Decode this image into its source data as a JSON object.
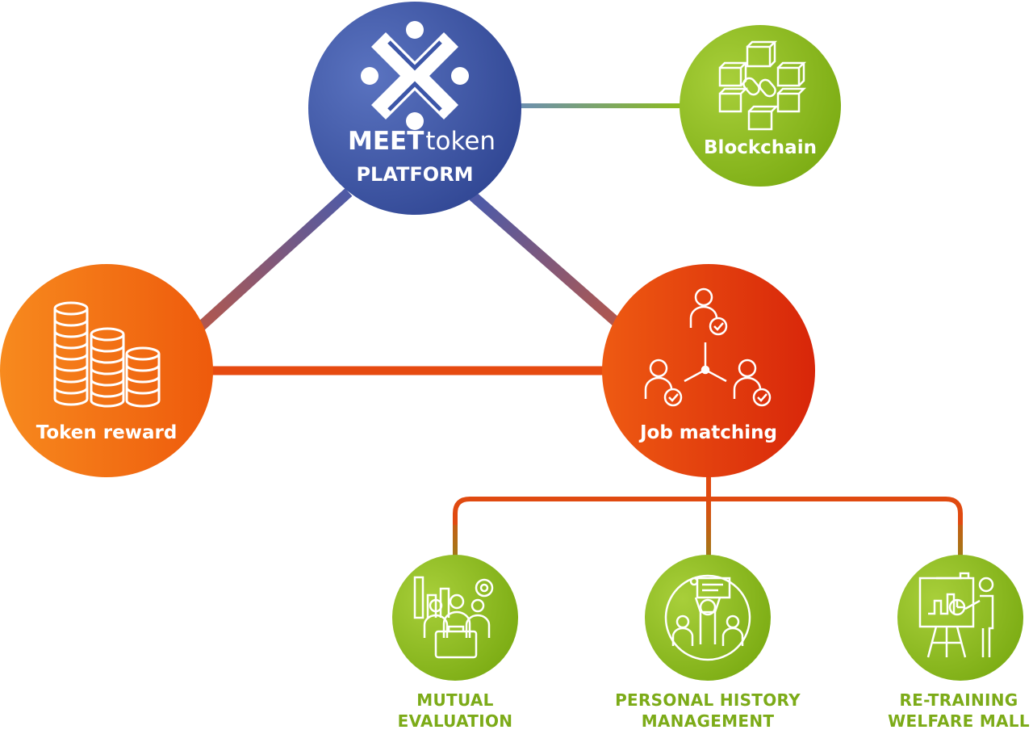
{
  "colors": {
    "blue": "#3b55a6",
    "green": "#8cbc1e",
    "orange": "#f2740f",
    "red": "#e23a0c",
    "caption_green": "#7cab18"
  },
  "platform": {
    "brand_bold": "MEET",
    "brand_light": "token",
    "subtitle": "PLATFORM",
    "icon": "meet-logo-icon"
  },
  "blockchain": {
    "label": "Blockchain",
    "icon": "blockchain-cubes-icon"
  },
  "token_reward": {
    "label": "Token reward",
    "icon": "coin-stacks-icon"
  },
  "job_matching": {
    "label": "Job matching",
    "icon": "people-network-icon"
  },
  "branches": [
    {
      "line1": "MUTUAL",
      "line2": "EVALUATION",
      "icon": "team-evaluation-icon"
    },
    {
      "line1": "PERSONAL HISTORY",
      "line2": "MANAGEMENT",
      "icon": "resume-people-icon"
    },
    {
      "line1": "RE-TRAINING",
      "line2": "WELFARE MALL",
      "icon": "presentation-board-icon"
    }
  ]
}
